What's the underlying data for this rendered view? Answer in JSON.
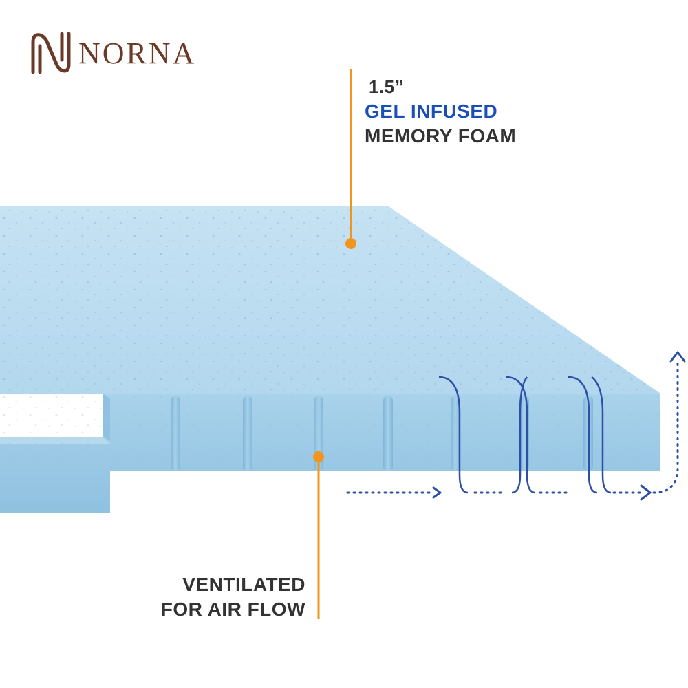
{
  "brand": {
    "name": "NORNA",
    "logo_icon": "norna-monogram-icon",
    "color": "#6b3a26"
  },
  "callouts": {
    "top": {
      "thickness": "1.5”",
      "feature": "GEL INFUSED",
      "material": "MEMORY FOAM"
    },
    "bottom": {
      "line1": "VENTILATED",
      "line2": "FOR AIR FLOW"
    }
  },
  "colors": {
    "foam_top": "#bcdcf0",
    "foam_side": "#9fcbe6",
    "accent_orange": "#f0961e",
    "airflow_blue": "#2e4fa8",
    "text_blue": "#1a4fb8",
    "text_dark": "#333333"
  },
  "icons": [
    "norna-monogram-icon",
    "airflow-arrow-icon",
    "callout-dot-icon"
  ]
}
